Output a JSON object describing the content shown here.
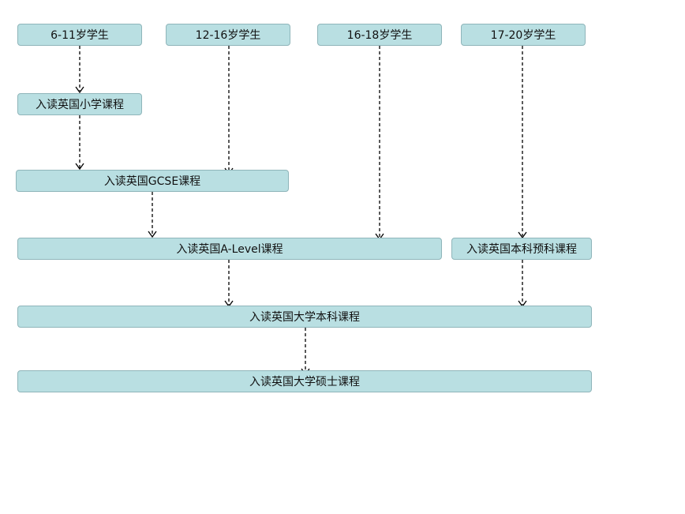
{
  "diagram": {
    "nodes": {
      "age_6_11": "6-11岁学生",
      "age_12_16": "12-16岁学生",
      "age_16_18": "16-18岁学生",
      "age_17_20": "17-20岁学生",
      "primary": "入读英国小学课程",
      "gcse": "入读英国GCSE课程",
      "alevel": "入读英国A-Level课程",
      "foundation": "入读英国本科预科课程",
      "bachelor": "入读英国大学本科课程",
      "master": "入读英国大学硕士课程"
    },
    "edges": [
      [
        "age_6_11",
        "primary"
      ],
      [
        "primary",
        "gcse"
      ],
      [
        "age_12_16",
        "gcse"
      ],
      [
        "gcse",
        "alevel"
      ],
      [
        "age_16_18",
        "alevel"
      ],
      [
        "age_17_20",
        "foundation"
      ],
      [
        "alevel",
        "bachelor"
      ],
      [
        "foundation",
        "bachelor"
      ],
      [
        "bachelor",
        "master"
      ]
    ]
  }
}
